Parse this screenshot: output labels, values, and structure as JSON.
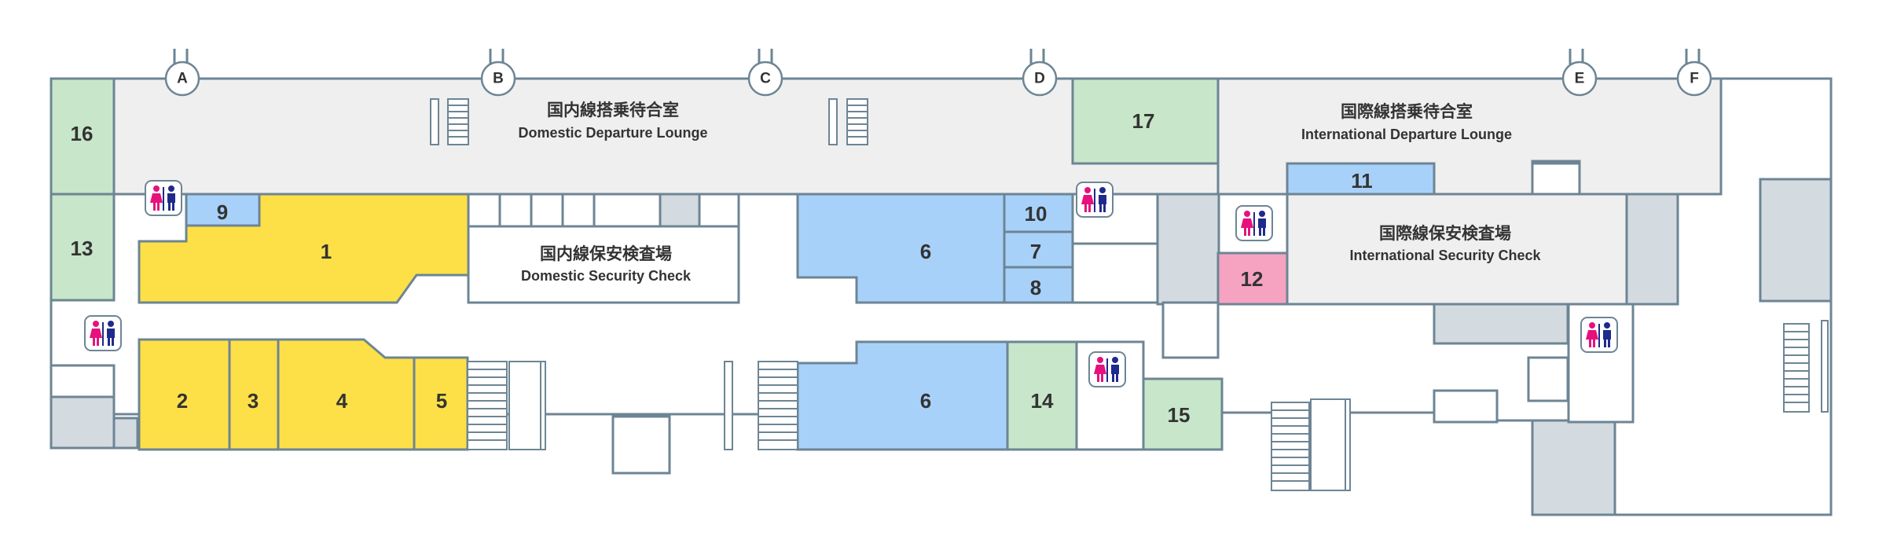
{
  "colors": {
    "retail": "#fde047",
    "service": "#a8d1fa",
    "facility": "#c8e6c9",
    "special": "#f6a3c2",
    "lounge": "#efefef",
    "wall": "#6d8594",
    "female": "#e6117d",
    "male": "#1e2a8c"
  },
  "areas": {
    "domestic_lounge": {
      "jp": "国内線搭乗待合室",
      "en": "Domestic Departure Lounge"
    },
    "international_lounge": {
      "jp": "国際線搭乗待合室",
      "en": "International Departure Lounge"
    },
    "domestic_security": {
      "jp": "国内線保安検査場",
      "en": "Domestic Security Check"
    },
    "international_security": {
      "jp": "国際線保安検査場",
      "en": "International Security Check"
    }
  },
  "gates": [
    "A",
    "B",
    "C",
    "D",
    "E",
    "F"
  ],
  "rooms": {
    "r1": "1",
    "r2": "2",
    "r3": "3",
    "r4": "4",
    "r5": "5",
    "r6a": "6",
    "r6b": "6",
    "r7": "7",
    "r8": "8",
    "r9": "9",
    "r10": "10",
    "r11": "11",
    "r12": "12",
    "r13": "13",
    "r14": "14",
    "r15": "15",
    "r16": "16",
    "r17": "17"
  },
  "icons": {
    "restroom": "restroom-icon",
    "stairs": "stairs-icon"
  }
}
